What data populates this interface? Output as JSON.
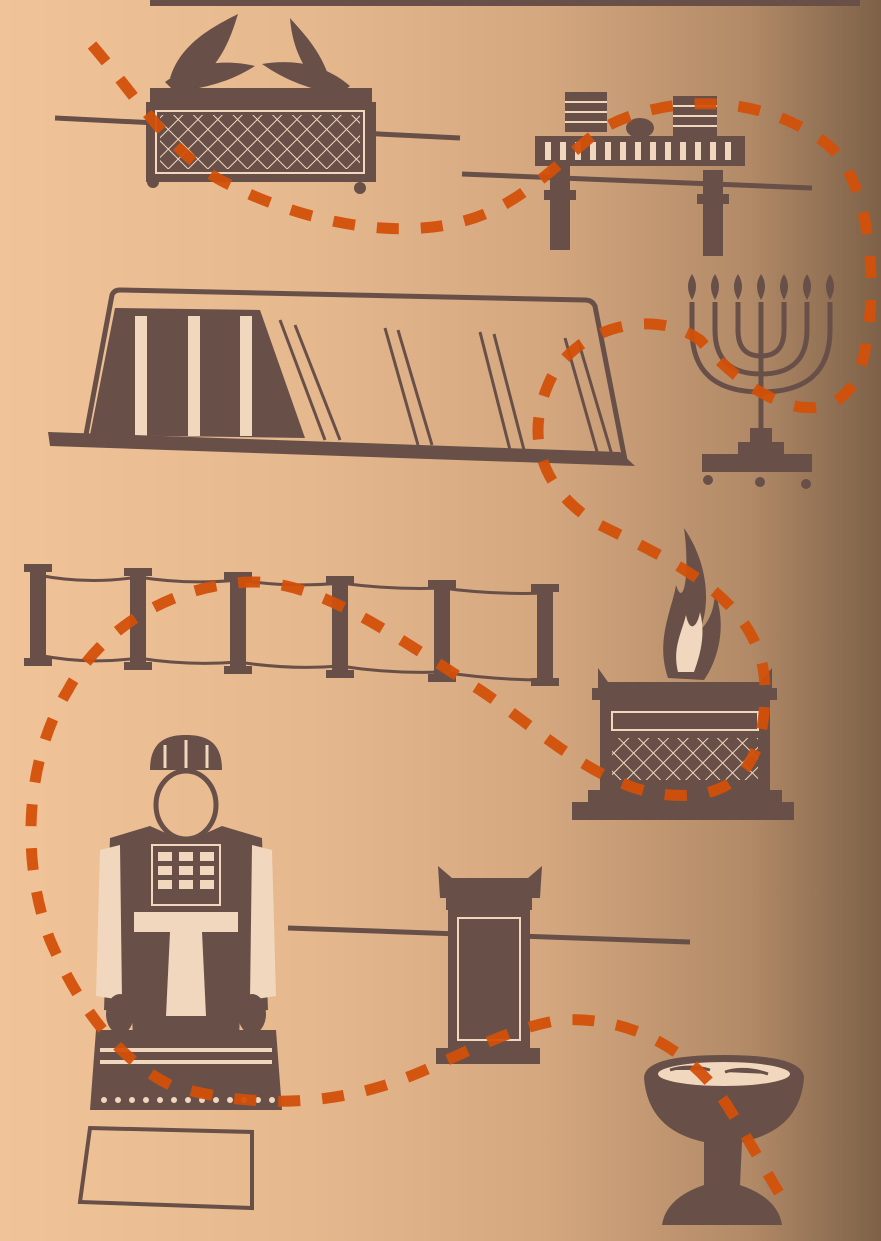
{
  "illustration": {
    "palette": {
      "background_light": "#f1c399",
      "background_dark": "#7d6148",
      "ink": "#685049",
      "path": "#d2500a"
    },
    "items": [
      {
        "id": "ark-of-the-covenant",
        "icon": "ark-icon"
      },
      {
        "id": "table-of-showbread",
        "icon": "showbread-table-icon"
      },
      {
        "id": "tabernacle-tent",
        "icon": "tent-icon"
      },
      {
        "id": "menorah",
        "icon": "menorah-icon"
      },
      {
        "id": "courtyard-fence",
        "icon": "fence-icon"
      },
      {
        "id": "bronze-altar",
        "icon": "altar-icon"
      },
      {
        "id": "high-priest",
        "icon": "priest-icon"
      },
      {
        "id": "altar-of-incense",
        "icon": "incense-altar-icon"
      },
      {
        "id": "bronze-laver",
        "icon": "laver-icon"
      }
    ]
  }
}
